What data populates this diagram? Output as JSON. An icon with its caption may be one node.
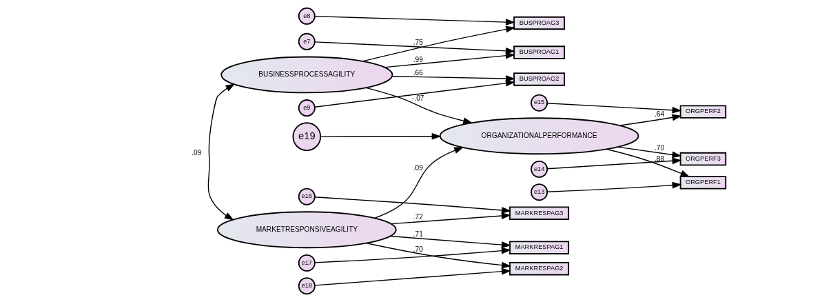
{
  "diagram": {
    "nodes": [
      {
        "text": [
          "e7"
        ]
      },
      {
        "text": [
          "BUSPROAG1"
        ]
      },
      {
        "text": [
          "e8"
        ]
      },
      {
        "text": [
          "BUSPROAG3"
        ]
      },
      {
        "text": [
          "e9"
        ]
      },
      {
        "text": [
          "BUSPROAG2"
        ]
      },
      {
        "text": [
          "BUSINESSPROCESSAGILITY"
        ]
      },
      {
        "text": [
          "e19"
        ]
      },
      {
        "text": [
          "ORGANIZATIONALPERFORMANCE"
        ]
      },
      {
        "text": [
          "ORGPERF2"
        ]
      },
      {
        "text": [
          "e15"
        ]
      },
      {
        "text": [
          "ORGPERF3"
        ]
      },
      {
        "text": [
          "e14"
        ]
      },
      {
        "text": [
          "ORGPERF1"
        ]
      },
      {
        "text": [
          "e13"
        ]
      },
      {
        "text": [
          "e16"
        ]
      },
      {
        "text": [
          "MARKRESPAG3"
        ]
      },
      {
        "text": [
          "e17"
        ]
      },
      {
        "text": [
          "MARKRESPAG1"
        ]
      },
      {
        "text": [
          "e18"
        ]
      },
      {
        "text": [
          "MARKRESPAG2"
        ]
      },
      {
        "text": [
          "MARKETRESPONSIVEAGILITY"
        ]
      }
    ],
    "edges": [
      {
        "from": 0,
        "to": 1,
        "arrow": "to"
      },
      {
        "from": 2,
        "to": 3,
        "arrow": "to"
      },
      {
        "from": 4,
        "to": 5,
        "arrow": "to"
      },
      {
        "from": 6,
        "to": 1,
        "arrow": "to",
        "label": ".99"
      },
      {
        "from": 6,
        "to": 3,
        "arrow": "to",
        "label": ".75"
      },
      {
        "from": 6,
        "to": 5,
        "arrow": "to",
        "label": ".66"
      },
      {
        "from": 6,
        "to": 21,
        "arrow": "both",
        "label": ".09"
      },
      {
        "from": 6,
        "to": 8,
        "arrow": "to",
        "label": "-.07"
      },
      {
        "from": 21,
        "to": 8,
        "arrow": "to",
        "label": ".09"
      },
      {
        "from": 7,
        "to": 8,
        "arrow": "to"
      },
      {
        "from": 8,
        "to": 9,
        "arrow": "to",
        "label": ".64"
      },
      {
        "from": 8,
        "to": 11,
        "arrow": "to",
        "label": ".70"
      },
      {
        "from": 8,
        "to": 13,
        "arrow": "to",
        "label": ".88"
      },
      {
        "from": 10,
        "to": 9,
        "arrow": "to"
      },
      {
        "from": 12,
        "to": 11,
        "arrow": "to"
      },
      {
        "from": 14,
        "to": 13,
        "arrow": "to"
      },
      {
        "from": 15,
        "to": 16,
        "arrow": "to"
      },
      {
        "from": 17,
        "to": 18,
        "arrow": "to"
      },
      {
        "from": 19,
        "to": 20,
        "arrow": "to"
      },
      {
        "from": 21,
        "to": 16,
        "arrow": "to",
        "label": ".72"
      },
      {
        "from": 21,
        "to": 18,
        "arrow": "to",
        "label": ".71"
      },
      {
        "from": 21,
        "to": 20,
        "arrow": "to",
        "label": ".70"
      }
    ]
  }
}
